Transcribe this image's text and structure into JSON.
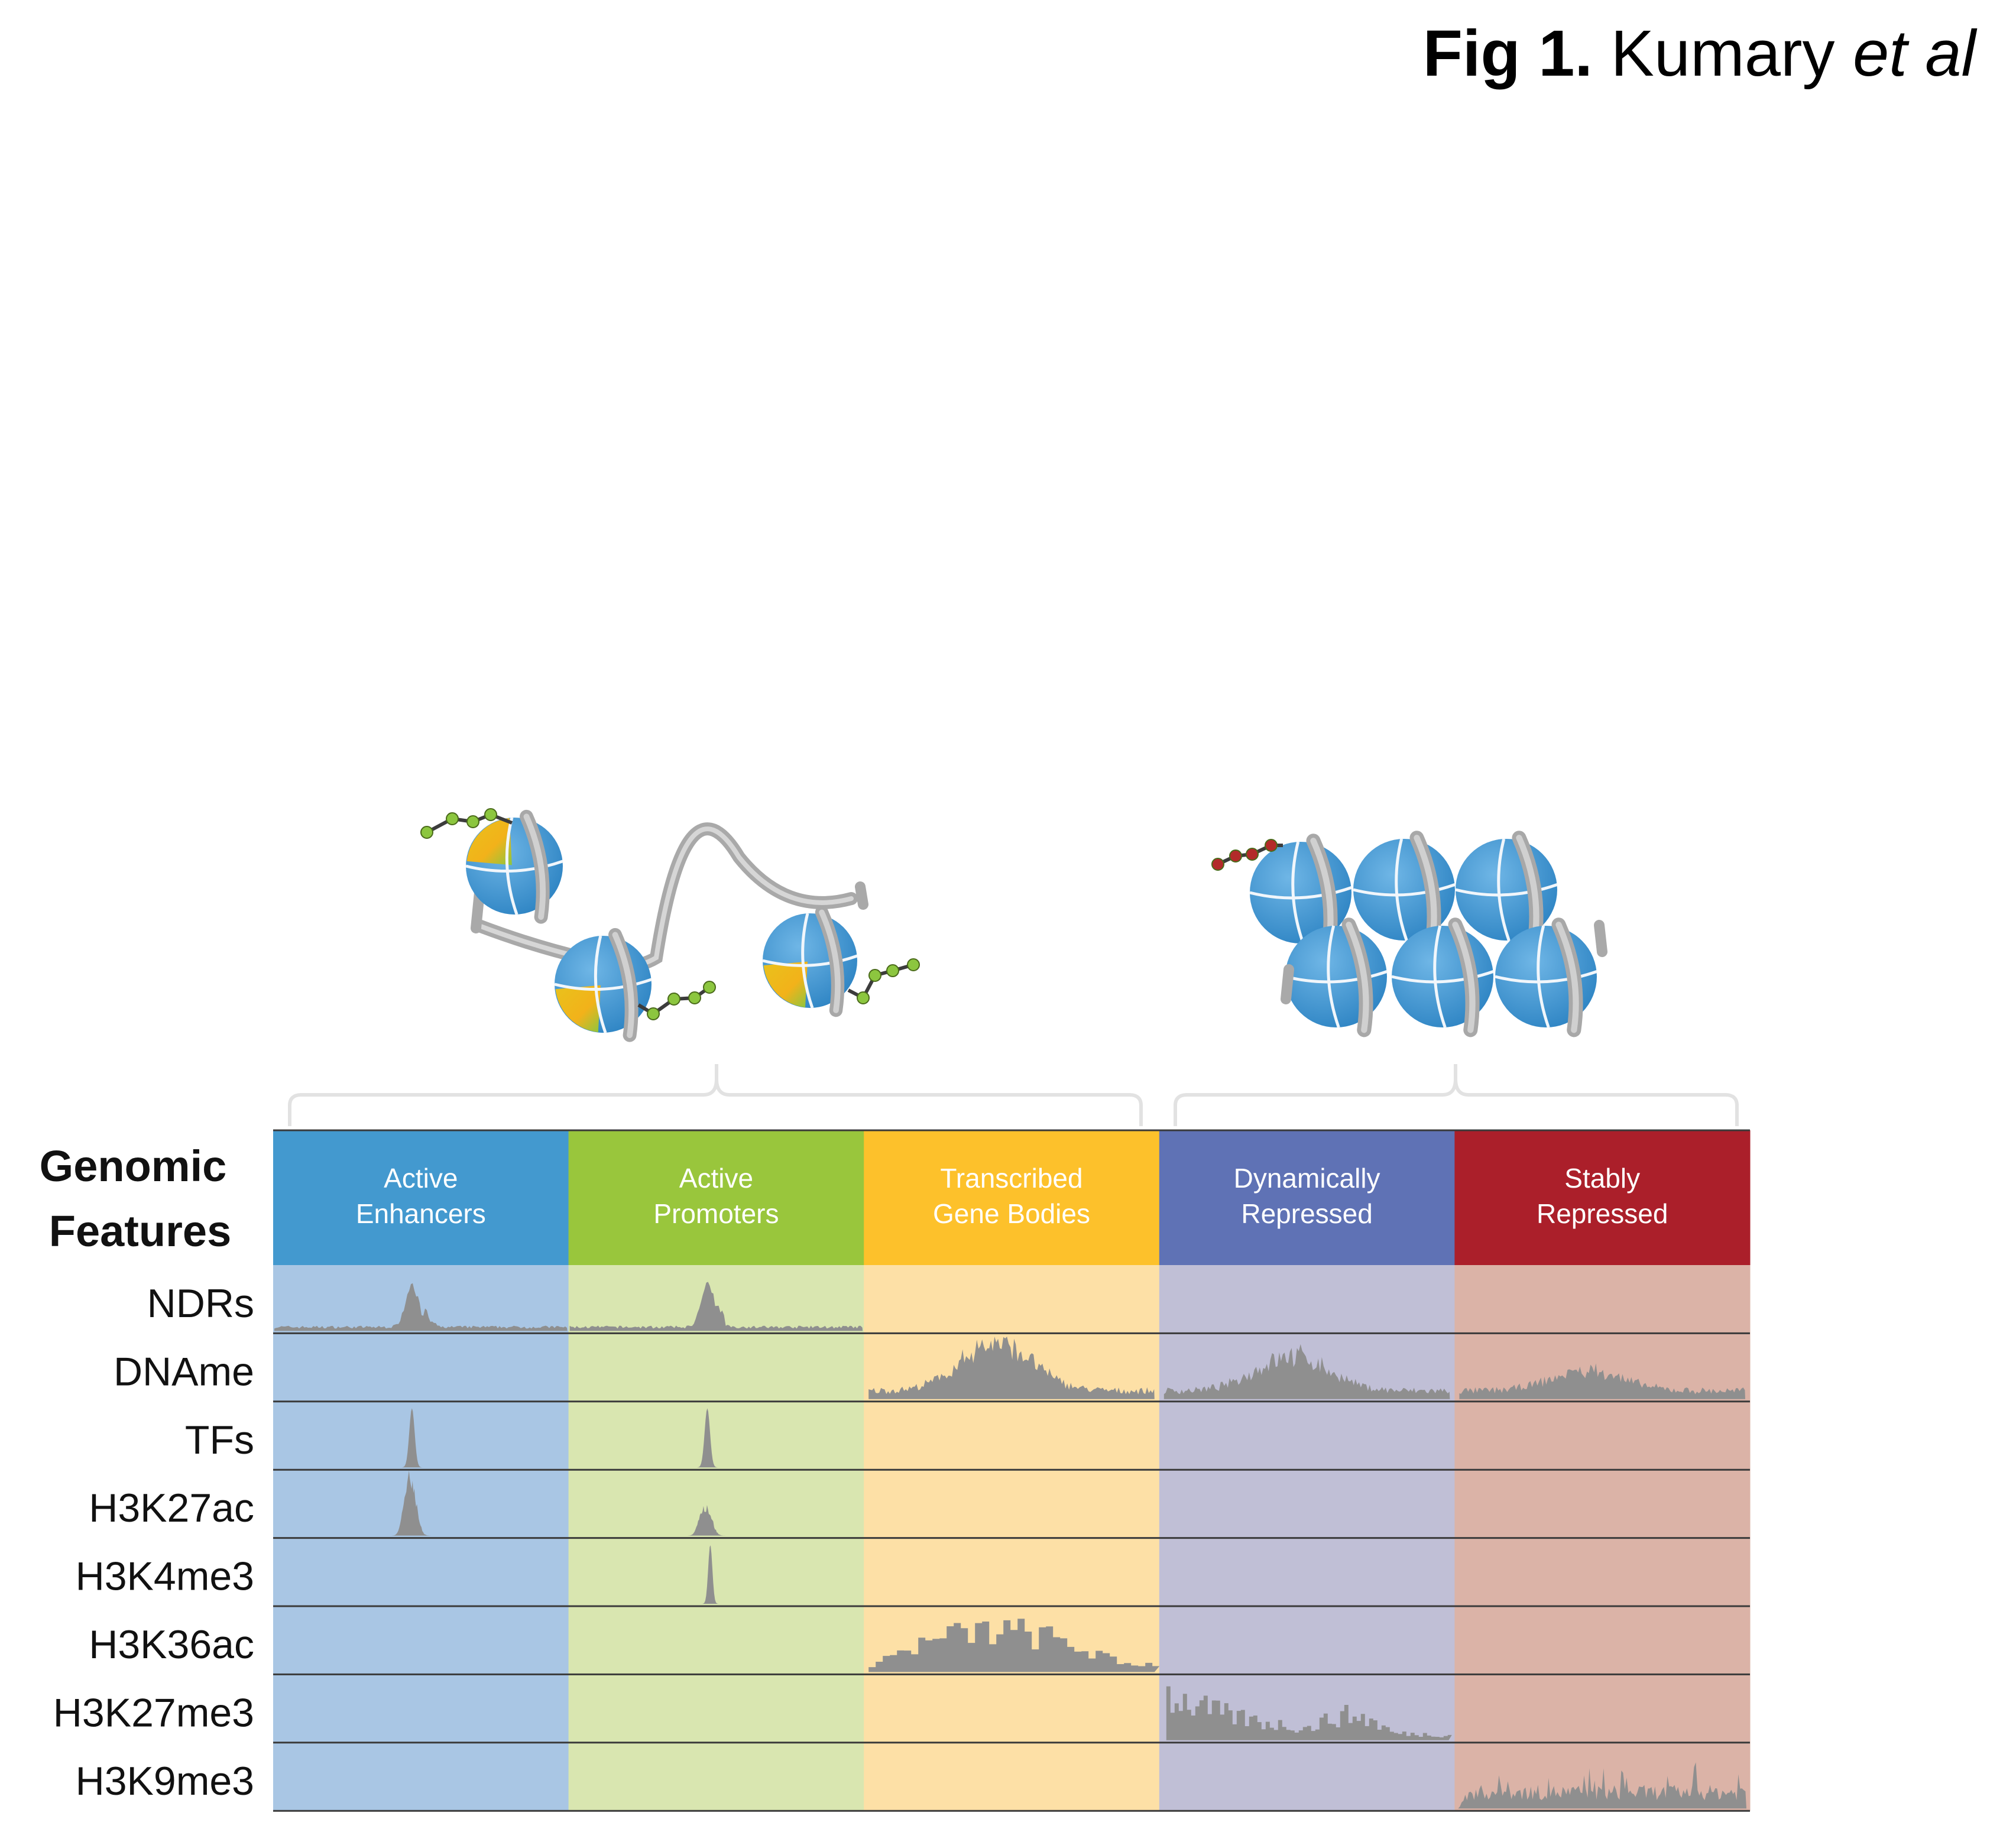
{
  "title": {
    "bold": "Fig 1.",
    "normal": " Kumary ",
    "italic": "et al"
  },
  "header_label": [
    "Genomic",
    "Features"
  ],
  "categories": [
    {
      "lines": [
        "Active",
        "Enhancers"
      ],
      "header_color": "#4399cf",
      "body_color": "#a9c6e4"
    },
    {
      "lines": [
        "Active",
        "Promoters"
      ],
      "header_color": "#99c63c",
      "body_color": "#d9e6b0"
    },
    {
      "lines": [
        "Transcribed",
        "Gene Bodies"
      ],
      "header_color": "#fdc12b",
      "body_color": "#fde0a6"
    },
    {
      "lines": [
        "Dynamically",
        "Repressed"
      ],
      "header_color": "#5f72b5",
      "body_color": "#c0bfd6"
    },
    {
      "lines": [
        "Stably",
        "Repressed"
      ],
      "header_color": "#ab1f2a",
      "body_color": "#dbb3a7"
    }
  ],
  "rows": [
    "NDRs",
    "DNAme",
    "TFs",
    "H3K27ac",
    "H3K4me3",
    "H3K36ac",
    "H3K27me3",
    "H3K9me3"
  ],
  "signal_color": "#8f8f8f"
}
